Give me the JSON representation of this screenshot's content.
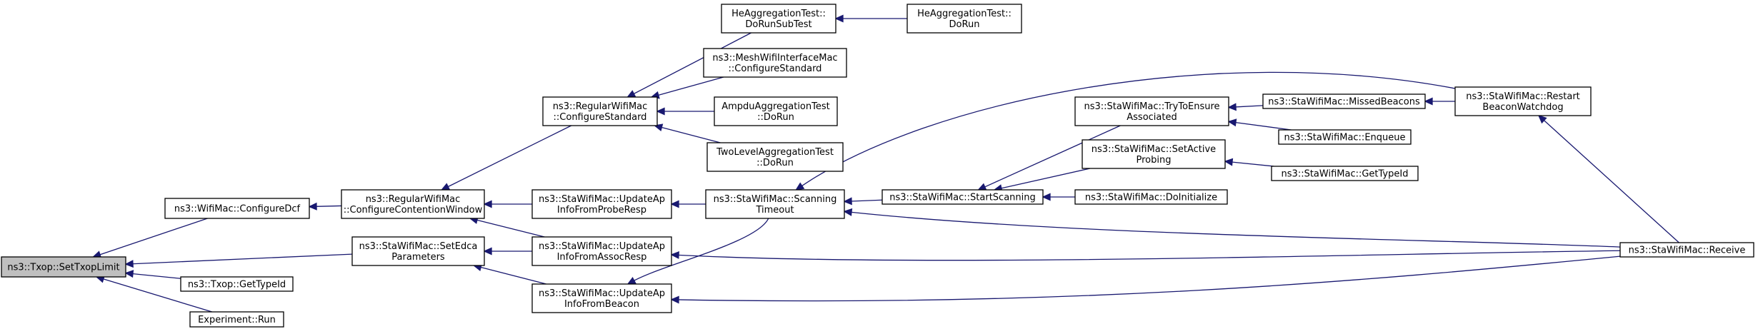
{
  "colors": {
    "edge": "#191970",
    "root_fill": "#bfbfbf",
    "node_fill": "#ffffff",
    "node_border": "#000000"
  },
  "nodes": [
    {
      "id": "n0",
      "lines": [
        "ns3::Txop::SetTxopLimit"
      ],
      "root": true
    },
    {
      "id": "n1",
      "lines": [
        "ns3::WifiMac::ConfigureDcf"
      ]
    },
    {
      "id": "n2",
      "lines": [
        "ns3::RegularWifiMac",
        "::ConfigureContentionWindow"
      ]
    },
    {
      "id": "n3",
      "lines": [
        "ns3::RegularWifiMac",
        "::ConfigureStandard"
      ]
    },
    {
      "id": "n4",
      "lines": [
        "HeAggregationTest::",
        "DoRunSubTest"
      ]
    },
    {
      "id": "n5",
      "lines": [
        "HeAggregationTest::",
        "DoRun"
      ]
    },
    {
      "id": "n6",
      "lines": [
        "ns3::MeshWifiInterfaceMac",
        "::ConfigureStandard"
      ]
    },
    {
      "id": "n7",
      "lines": [
        "AmpduAggregationTest",
        "::DoRun"
      ]
    },
    {
      "id": "n8",
      "lines": [
        "TwoLevelAggregationTest",
        "::DoRun"
      ]
    },
    {
      "id": "n9",
      "lines": [
        "ns3::StaWifiMac::UpdateAp",
        "InfoFromProbeResp"
      ]
    },
    {
      "id": "n10",
      "lines": [
        "ns3::StaWifiMac::Scanning",
        "Timeout"
      ]
    },
    {
      "id": "n11",
      "lines": [
        "ns3::StaWifiMac::StartScanning"
      ]
    },
    {
      "id": "n12",
      "lines": [
        "ns3::StaWifiMac::TryToEnsure",
        "Associated"
      ]
    },
    {
      "id": "n13",
      "lines": [
        "ns3::StaWifiMac::MissedBeacons"
      ]
    },
    {
      "id": "n14",
      "lines": [
        "ns3::StaWifiMac::Restart",
        "BeaconWatchdog"
      ]
    },
    {
      "id": "n15",
      "lines": [
        "ns3::StaWifiMac::Enqueue"
      ]
    },
    {
      "id": "n16",
      "lines": [
        "ns3::StaWifiMac::SetActive",
        "Probing"
      ]
    },
    {
      "id": "n17",
      "lines": [
        "ns3::StaWifiMac::GetTypeId"
      ]
    },
    {
      "id": "n18",
      "lines": [
        "ns3::StaWifiMac::DoInitialize"
      ]
    },
    {
      "id": "n19",
      "lines": [
        "ns3::StaWifiMac::Receive"
      ]
    },
    {
      "id": "n20",
      "lines": [
        "ns3::StaWifiMac::SetEdca",
        "Parameters"
      ]
    },
    {
      "id": "n21",
      "lines": [
        "ns3::StaWifiMac::UpdateAp",
        "InfoFromAssocResp"
      ]
    },
    {
      "id": "n22",
      "lines": [
        "ns3::StaWifiMac::UpdateAp",
        "InfoFromBeacon"
      ]
    },
    {
      "id": "n23",
      "lines": [
        "ns3::Txop::GetTypeId"
      ]
    },
    {
      "id": "n24",
      "lines": [
        "Experiment::Run"
      ]
    }
  ],
  "edges": [
    {
      "from": "n1",
      "to": "n0"
    },
    {
      "from": "n20",
      "to": "n0"
    },
    {
      "from": "n23",
      "to": "n0"
    },
    {
      "from": "n24",
      "to": "n0"
    },
    {
      "from": "n2",
      "to": "n1"
    },
    {
      "from": "n3",
      "to": "n2"
    },
    {
      "from": "n9",
      "to": "n2"
    },
    {
      "from": "n21",
      "to": "n2"
    },
    {
      "from": "n4",
      "to": "n3"
    },
    {
      "from": "n6",
      "to": "n3"
    },
    {
      "from": "n7",
      "to": "n3"
    },
    {
      "from": "n8",
      "to": "n3"
    },
    {
      "from": "n5",
      "to": "n4"
    },
    {
      "from": "n10",
      "to": "n9"
    },
    {
      "from": "n11",
      "to": "n10"
    },
    {
      "from": "n14",
      "to": "n10"
    },
    {
      "from": "n19",
      "to": "n10"
    },
    {
      "from": "n12",
      "to": "n11"
    },
    {
      "from": "n16",
      "to": "n11"
    },
    {
      "from": "n18",
      "to": "n11"
    },
    {
      "from": "n13",
      "to": "n12"
    },
    {
      "from": "n15",
      "to": "n12"
    },
    {
      "from": "n14",
      "to": "n13"
    },
    {
      "from": "n19",
      "to": "n14"
    },
    {
      "from": "n17",
      "to": "n16"
    },
    {
      "from": "n21",
      "to": "n20"
    },
    {
      "from": "n22",
      "to": "n20"
    },
    {
      "from": "n19",
      "to": "n21"
    },
    {
      "from": "n10",
      "to": "n22"
    },
    {
      "from": "n19",
      "to": "n22"
    }
  ]
}
